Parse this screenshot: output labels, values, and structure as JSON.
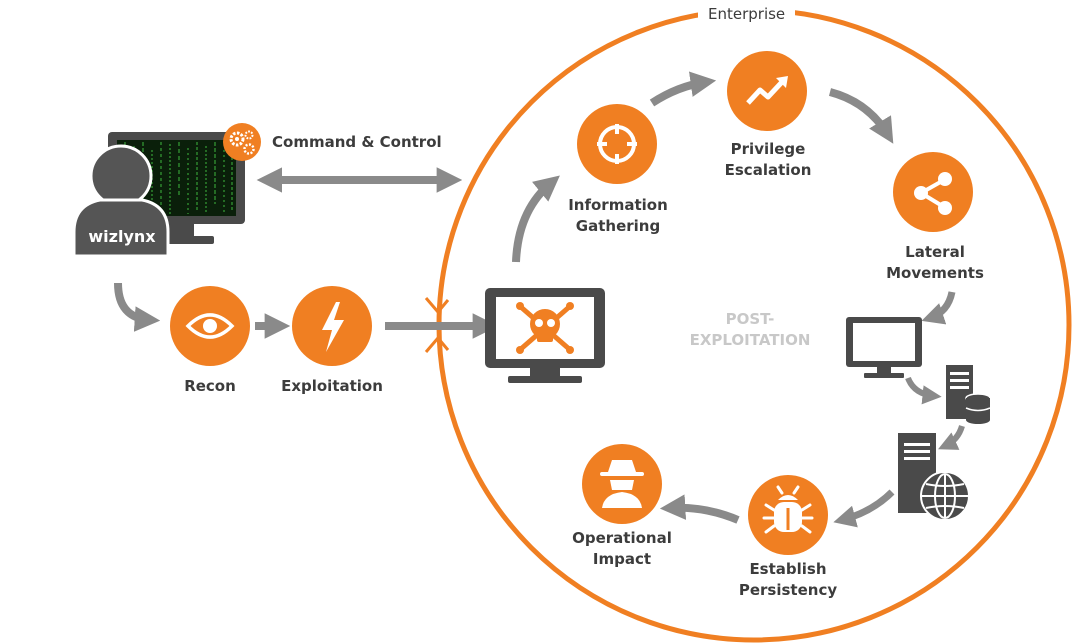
{
  "enterprise": {
    "label": "Enterprise"
  },
  "attacker": {
    "name": "wizlynx"
  },
  "command_control": {
    "label": "Command & Control"
  },
  "steps": {
    "recon": "Recon",
    "exploitation": "Exploitation",
    "information_gathering": "Information Gathering",
    "privilege_escalation": "Privilege Escalation",
    "lateral_movements": "Lateral Movements",
    "establish_persistency": "Establish Persistency",
    "operational_impact": "Operational Impact"
  },
  "phase": {
    "post_exploitation": "POST-\nEXPLOITATION"
  },
  "colors": {
    "accent": "#f07f22",
    "dark": "#4a4a4a",
    "arrow": "#8a8a8a"
  },
  "icons": {
    "recon": "eye-icon",
    "exploitation": "lightning-icon",
    "information_gathering": "crosshair-icon",
    "privilege_escalation": "trend-up-icon",
    "lateral_movements": "share-icon",
    "establish_persistency": "bug-icon",
    "operational_impact": "spy-icon",
    "target": "skull-crossbones-icon",
    "command_control": "gears-icon"
  }
}
